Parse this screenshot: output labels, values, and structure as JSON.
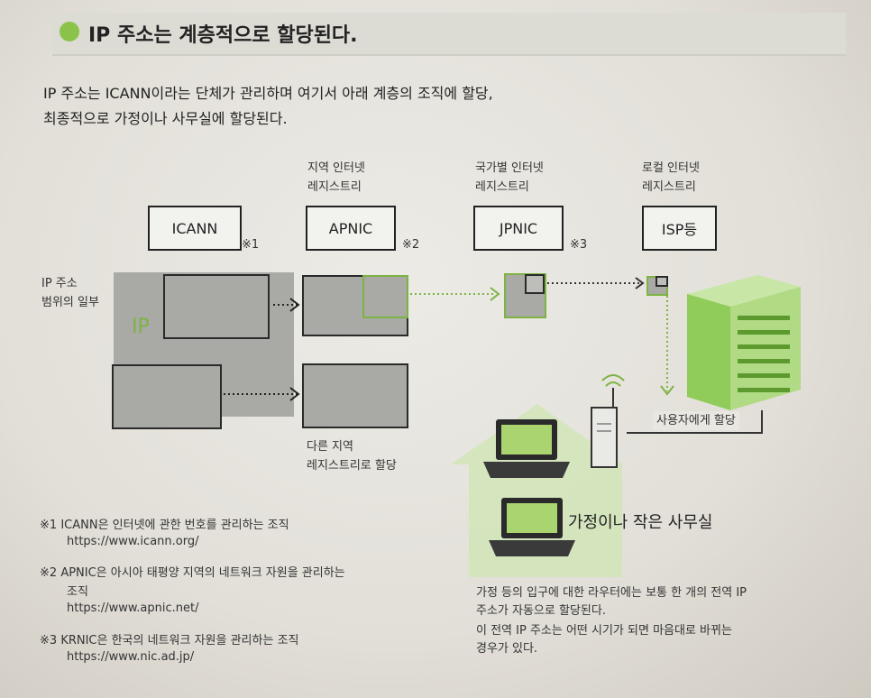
{
  "title": "IP 주소는 계층적으로 할당된다.",
  "intro": [
    "IP 주소는 ICANN이라는 단체가 관리하며 여기서 아래 계층의 조직에 할당,",
    "최종적으로 가정이나 사무실에 할당된다."
  ],
  "registries": [
    {
      "caption": [
        "",
        ""
      ],
      "name": "ICANN",
      "mark": "※1"
    },
    {
      "caption": [
        "지역 인터넷",
        "레지스트리"
      ],
      "name": "APNIC",
      "mark": "※2"
    },
    {
      "caption": [
        "국가별 인터넷",
        "레지스트리"
      ],
      "name": "JPNIC",
      "mark": "※3"
    },
    {
      "caption": [
        "로컬 인터넷",
        "레지스트리"
      ],
      "name": "ISP등",
      "mark": ""
    }
  ],
  "ip_range_label": [
    "IP 주소",
    "범위의 일부"
  ],
  "ip_text": "IP",
  "other_region_label": [
    "다른 지역",
    "레지스트리로 할당"
  ],
  "user_label": "사용자에게 할당",
  "home_label": "가정이나 작은 사무실",
  "router_desc": [
    "가정 등의 입구에 대한 라우터에는 보통 한 개의 전역 IP",
    "주소가 자동으로 할당된다.",
    "이 전역 IP 주소는 어떤 시기가 되면 마음대로 바뀌는",
    "경우가 있다."
  ],
  "footnotes": [
    {
      "mark": "※1",
      "lines": [
        "ICANN은 인터넷에 관한 번호를 관리하는 조직"
      ],
      "url": "https://www.icann.org/"
    },
    {
      "mark": "※2",
      "lines": [
        "APNIC은 아시아 태평양 지역의 네트워크 자원을 관리하는",
        "조직"
      ],
      "url": "https://www.apnic.net/"
    },
    {
      "mark": "※3",
      "lines": [
        "KRNIC은 한국의 네트워크 자원을 관리하는 조직"
      ],
      "url": "https://www.nic.ad.jp/"
    }
  ],
  "colors": {
    "accent_green": "#7cb342",
    "light_green": "#a5d66f",
    "grey_block": "#a9a9a6"
  }
}
